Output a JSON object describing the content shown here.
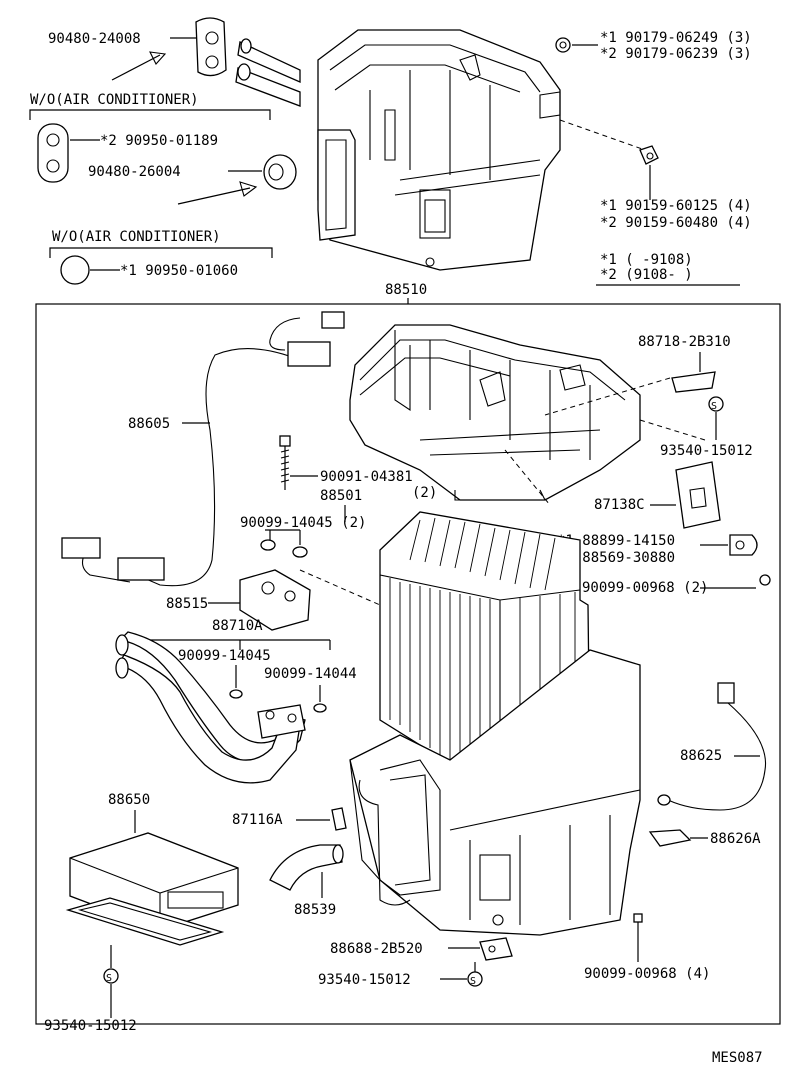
{
  "diagram_code": "MES087",
  "notes": {
    "wo_ac_1": "W/O(AIR CONDITIONER)",
    "wo_ac_2": "W/O(AIR CONDITIONER)",
    "legend_1": "*1 (      -9108)",
    "legend_2": "*2 (9108-      )"
  },
  "labels": {
    "p90480_24008": "90480-24008",
    "p90179_a": "*1 90179-06249 (3)",
    "p90179_b": "*2 90179-06239 (3)",
    "p90950_01189": "*2 90950-01189",
    "p90480_26004": "90480-26004",
    "p90159_a": "*1 90159-60125 (4)",
    "p90159_b": "*2 90159-60480 (4)",
    "p90950_01060": "*1 90950-01060",
    "p88510": "88510",
    "p88718": "88718-2B310",
    "p88605": "88605",
    "p93540_top": "93540-15012",
    "p90091": "90091-04381",
    "p90091_qty": "(2)",
    "p88501": "88501",
    "p87138": "87138C",
    "p90099_14045_2": "90099-14045 (2)",
    "p88899": "*1 88899-14150",
    "p88569": "*2 88569-30880",
    "p90099_00968_2": "90099-00968 (2)",
    "p88515": "88515",
    "p88710": "88710A",
    "p90099_14045": "90099-14045",
    "p90099_14044": "90099-14044",
    "p88625": "88625",
    "p88650": "88650",
    "p87116": "87116A",
    "p88626": "88626A",
    "p88539": "88539",
    "p88688": "88688-2B520",
    "p93540_bot": "93540-15012",
    "p90099_00968_4": "90099-00968 (4)",
    "p93540_left": "93540-15012",
    "s_mark": "S"
  }
}
